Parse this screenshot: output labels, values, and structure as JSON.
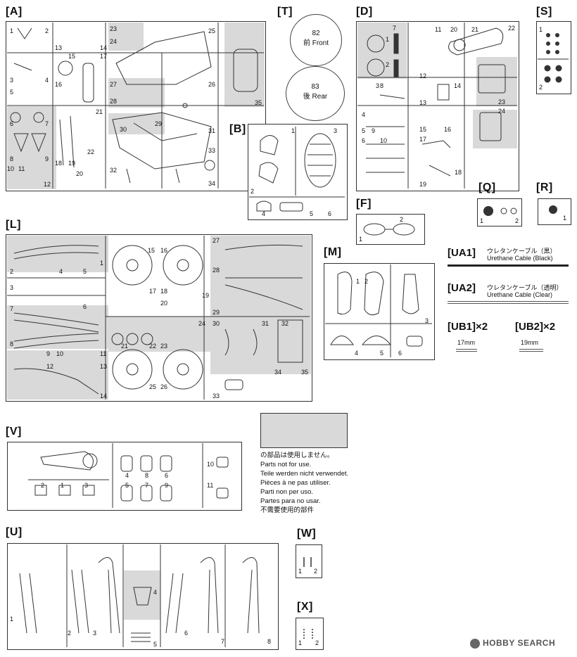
{
  "sprues": {
    "A": {
      "label": "[A]",
      "parts": [
        "1",
        "2",
        "3",
        "4",
        "5",
        "6",
        "7",
        "8",
        "9",
        "10",
        "11",
        "12",
        "13",
        "14",
        "15",
        "16",
        "17",
        "18",
        "19",
        "20",
        "21",
        "22",
        "23",
        "24",
        "25",
        "26",
        "27",
        "28",
        "29",
        "30",
        "31",
        "32",
        "33",
        "34",
        "35"
      ]
    },
    "T": {
      "label": "[T]",
      "tire_front_no": "82",
      "tire_front_text": "前 Front",
      "tire_rear_no": "83",
      "tire_rear_text": "後 Rear"
    },
    "D": {
      "label": "[D]",
      "parts": [
        "1",
        "2",
        "3",
        "4",
        "5",
        "6",
        "7",
        "8",
        "9",
        "10",
        "11",
        "12",
        "13",
        "14",
        "15",
        "16",
        "17",
        "18",
        "19",
        "20",
        "21",
        "22",
        "23",
        "24"
      ]
    },
    "S": {
      "label": "[S]",
      "parts": [
        "1",
        "2"
      ]
    },
    "B": {
      "label": "[B]",
      "parts": [
        "1",
        "2",
        "3",
        "4",
        "5",
        "6"
      ]
    },
    "Q": {
      "label": "[Q]",
      "parts": [
        "1",
        "2"
      ]
    },
    "R": {
      "label": "[R]",
      "parts": [
        "1"
      ]
    },
    "F": {
      "label": "[F]",
      "parts": [
        "1",
        "2"
      ]
    },
    "L": {
      "label": "[L]",
      "parts": [
        "1",
        "2",
        "3",
        "4",
        "5",
        "6",
        "7",
        "8",
        "9",
        "10",
        "11",
        "12",
        "13",
        "14",
        "15",
        "16",
        "17",
        "18",
        "19",
        "20",
        "21",
        "22",
        "23",
        "24",
        "25",
        "26",
        "27",
        "28",
        "29",
        "30",
        "31",
        "32",
        "33",
        "34",
        "35"
      ]
    },
    "M": {
      "label": "[M]",
      "parts": [
        "1",
        "2",
        "3",
        "4",
        "5",
        "6"
      ]
    },
    "V": {
      "label": "[V]",
      "parts": [
        "1",
        "2",
        "3",
        "4",
        "5",
        "6",
        "7",
        "8",
        "9",
        "10",
        "11"
      ]
    },
    "U": {
      "label": "[U]",
      "parts": [
        "1",
        "2",
        "3",
        "4",
        "5",
        "6",
        "7",
        "8"
      ]
    },
    "W": {
      "label": "[W]",
      "parts": [
        "1",
        "2"
      ]
    },
    "X": {
      "label": "[X]",
      "parts": [
        "1",
        "2"
      ]
    }
  },
  "cables": {
    "ua1": {
      "code": "[UA1]",
      "jp": "ウレタンケーブル（黒）",
      "en": "Urethane Cable (Black)"
    },
    "ua2": {
      "code": "[UA2]",
      "jp": "ウレタンケーブル（透明）",
      "en": "Urethane Cable (Clear)"
    },
    "ub1": {
      "code": "[UB1]×2",
      "length": "17mm"
    },
    "ub2": {
      "code": "[UB2]×2",
      "length": "19mm"
    }
  },
  "legend": {
    "lines": [
      "の部品は使用しません。",
      "Parts not for use.",
      "Teile werden nicht verwendet.",
      "Pièces à ne pas utiliser.",
      "Parti non per uso.",
      "Partes para no usar.",
      "不需要使用的部件"
    ],
    "swatch_color": "#d9d9d9"
  },
  "watermark": "HOBBY SEARCH"
}
